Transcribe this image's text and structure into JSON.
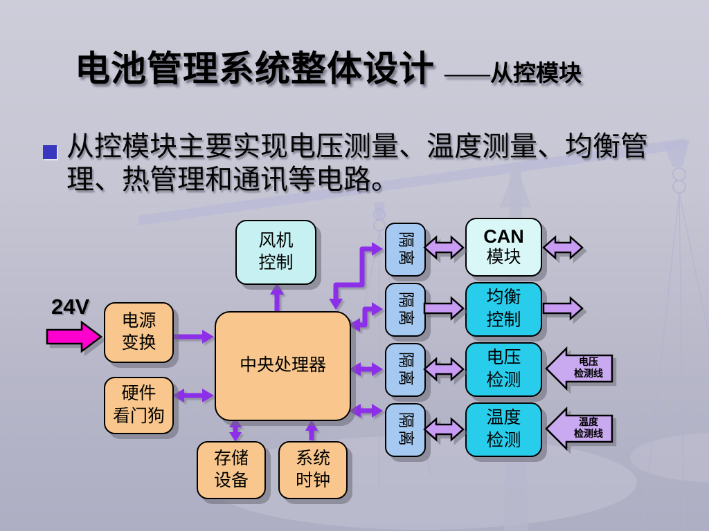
{
  "title": {
    "main": "电池管理系统整体设计",
    "suffix": "——从控模块"
  },
  "bullet": {
    "text": "从控模块主要实现电压测量、温度测量、均衡管\n理、热管理和通讯等电路。"
  },
  "diagram": {
    "input_label": "24V",
    "blocks": {
      "fan_control": "风机\n控制",
      "power_conversion": "电源\n变换",
      "hardware_watchdog": "硬件\n看门狗",
      "cpu": "中央处理器",
      "storage_device": "存储\n设备",
      "system_clock": "系统\n时钟",
      "isolation": "隔离",
      "can_line1": "CAN",
      "can_line2": "模块",
      "balance_control": "均衡\n控制",
      "voltage_detection": "电压\n检测",
      "temperature_detection": "温度\n检测"
    },
    "arrow_labels": {
      "voltage_line": "电压\n检测线",
      "temperature_line": "温度\n检测线"
    }
  },
  "palette": {
    "box_orange": "#f9c78d",
    "box_light_cyan": "#c6f0f1",
    "box_can_cyan": "#daf7f8",
    "box_bright_cyan": "#28cdec",
    "box_isolation_blue": "#a5c9f1",
    "arrow_lavender": "#c89cf3",
    "arrow_purple": "#8d2fe8",
    "arrow_magenta": "#ff00cf",
    "bullet_blue": "#3838bf"
  }
}
